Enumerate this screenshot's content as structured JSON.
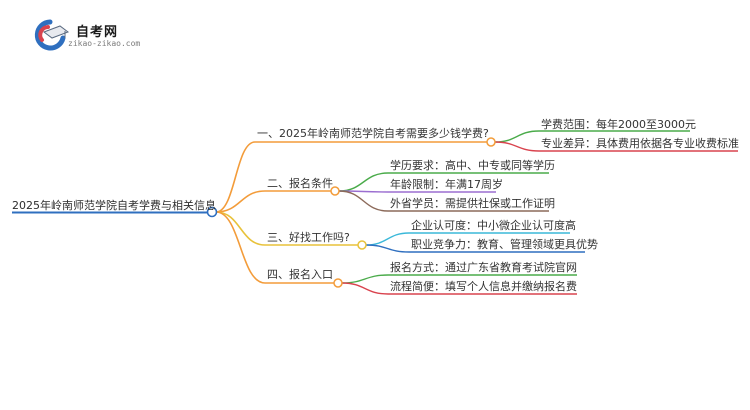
{
  "logo": {
    "name": "自考网",
    "url": "zikao-zikao.com",
    "icon": "graduation-cap-icon"
  },
  "root": {
    "label": "2025年岭南师范学院自考学费与相关信息",
    "color": "#2f6fbf"
  },
  "branches": [
    {
      "label": "一、2025年岭南师范学院自考需要多少钱学费?",
      "color": "#f39c3a",
      "children": [
        {
          "label": "学费范围：每年2000至3000元",
          "color": "#4aab4a"
        },
        {
          "label": "专业差异：具体费用依据各专业收费标准",
          "color": "#d9434e"
        }
      ]
    },
    {
      "label": "二、报名条件",
      "color": "#f39c3a",
      "children": [
        {
          "label": "学历要求：高中、中专或同等学历",
          "color": "#4aab4a"
        },
        {
          "label": "年龄限制：年满17周岁",
          "color": "#9b6ed0"
        },
        {
          "label": "外省学员：需提供社保或工作证明",
          "color": "#8c6a5a"
        }
      ]
    },
    {
      "label": "三、好找工作吗?",
      "color": "#e8c23a",
      "children": [
        {
          "label": "企业认可度：中小微企业认可度高",
          "color": "#3ab8d9"
        },
        {
          "label": "职业竞争力：教育、管理领域更具优势",
          "color": "#2f6fbf"
        }
      ]
    },
    {
      "label": "四、报名入口",
      "color": "#f39c3a",
      "children": [
        {
          "label": "报名方式：通过广东省教育考试院官网",
          "color": "#4aab4a"
        },
        {
          "label": "流程简便：填写个人信息并缴纳报名费",
          "color": "#d9434e"
        }
      ]
    }
  ]
}
